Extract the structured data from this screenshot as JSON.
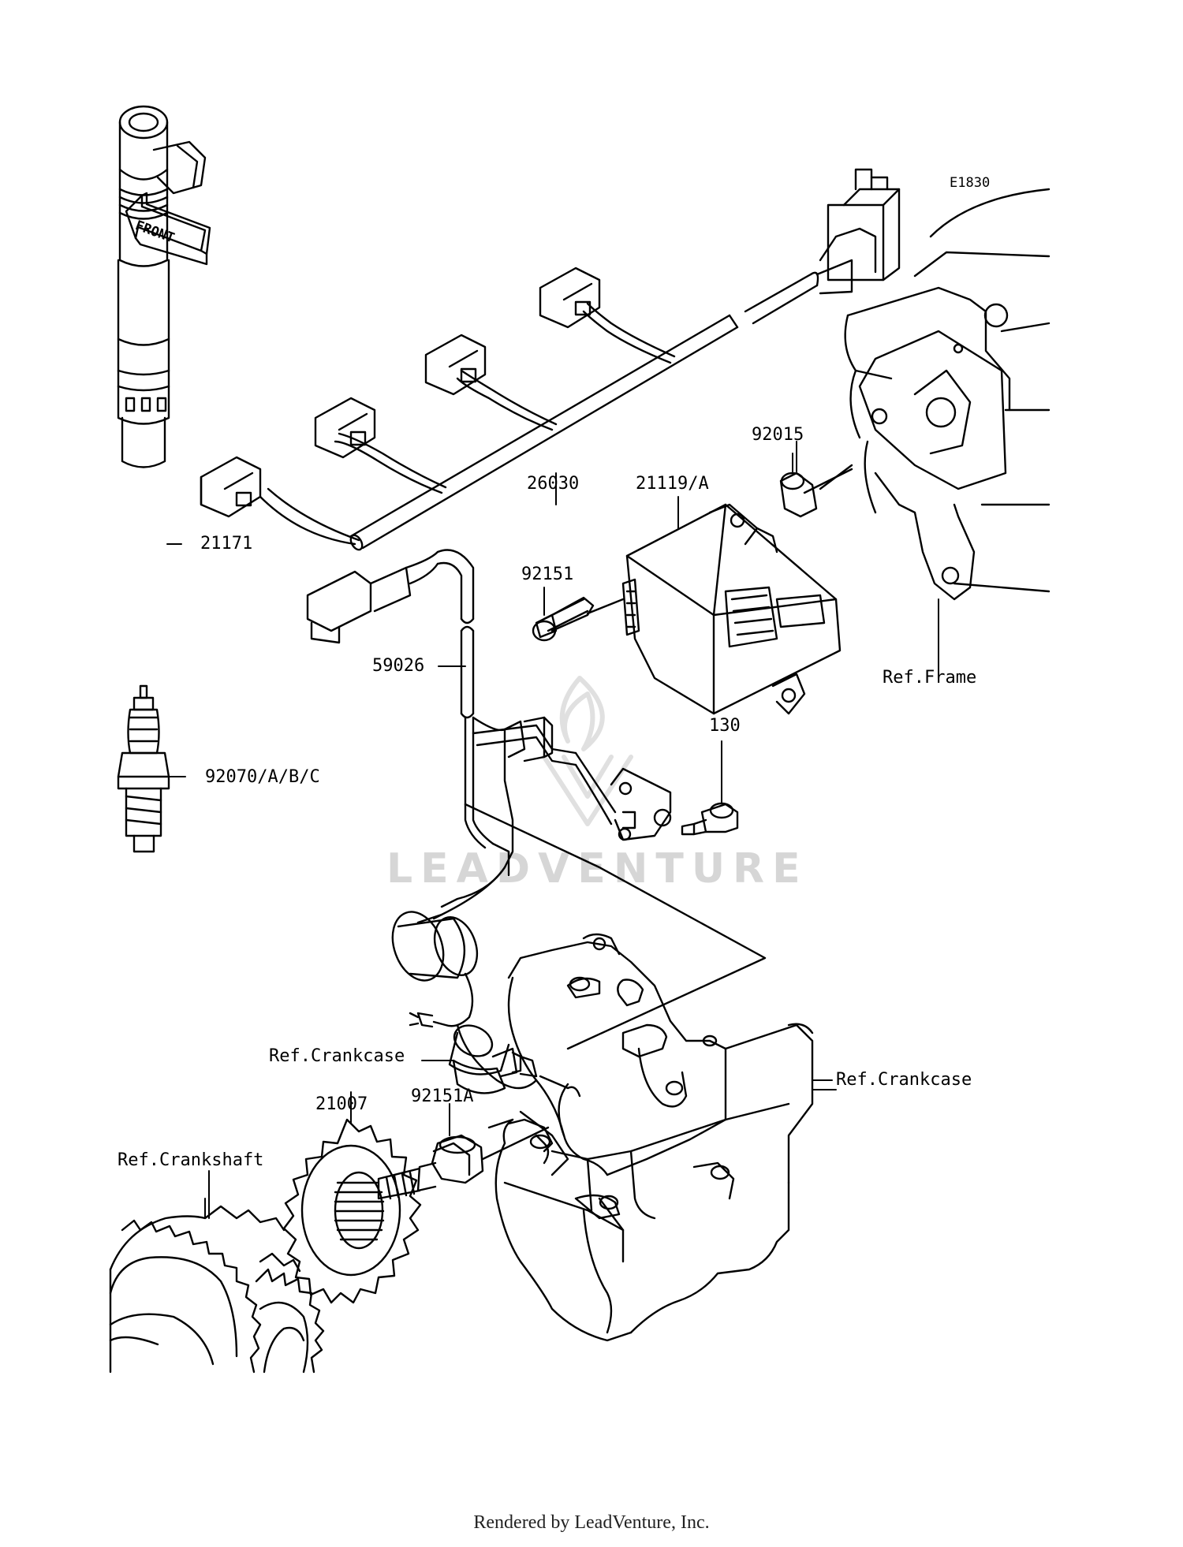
{
  "diagram": {
    "code": "E1830",
    "front_arrow": "FRONT",
    "labels": {
      "p26030": "26030",
      "p21171": "21171",
      "p92070": "92070/A/B/C",
      "p59026": "59026",
      "p21119": "21119/A",
      "p92015": "92015",
      "p92151": "92151",
      "p130": "130",
      "ref_frame": "Ref.Frame",
      "ref_crankcase_left": "Ref.Crankcase",
      "ref_crankcase_right": "Ref.Crankcase",
      "p21007": "21007",
      "p92151a": "92151A",
      "ref_crankshaft": "Ref.Crankshaft"
    },
    "watermark": "LEADVENTURE"
  },
  "footer": {
    "text": "Rendered by LeadVenture, Inc."
  }
}
